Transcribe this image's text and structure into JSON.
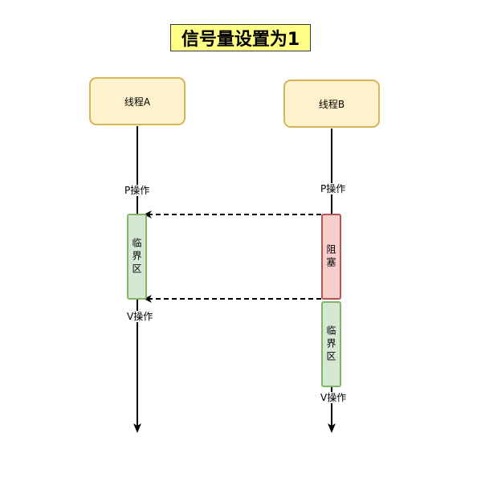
{
  "title": "信号量设置为1",
  "threads": {
    "a": {
      "name": "线程A",
      "p_op": "P操作",
      "critical": "临界区",
      "v_op": "V操作"
    },
    "b": {
      "name": "线程B",
      "p_op": "P操作",
      "blocked": "阻塞",
      "critical": "临界区",
      "v_op": "V操作"
    }
  },
  "colors": {
    "title_fill": "#ffff88",
    "thread_fill": "#fff2cc",
    "thread_stroke": "#d6b656",
    "critical_fill": "#d5e8d4",
    "critical_stroke": "#82b366",
    "blocked_fill": "#f8cecc",
    "blocked_stroke": "#b85450"
  }
}
